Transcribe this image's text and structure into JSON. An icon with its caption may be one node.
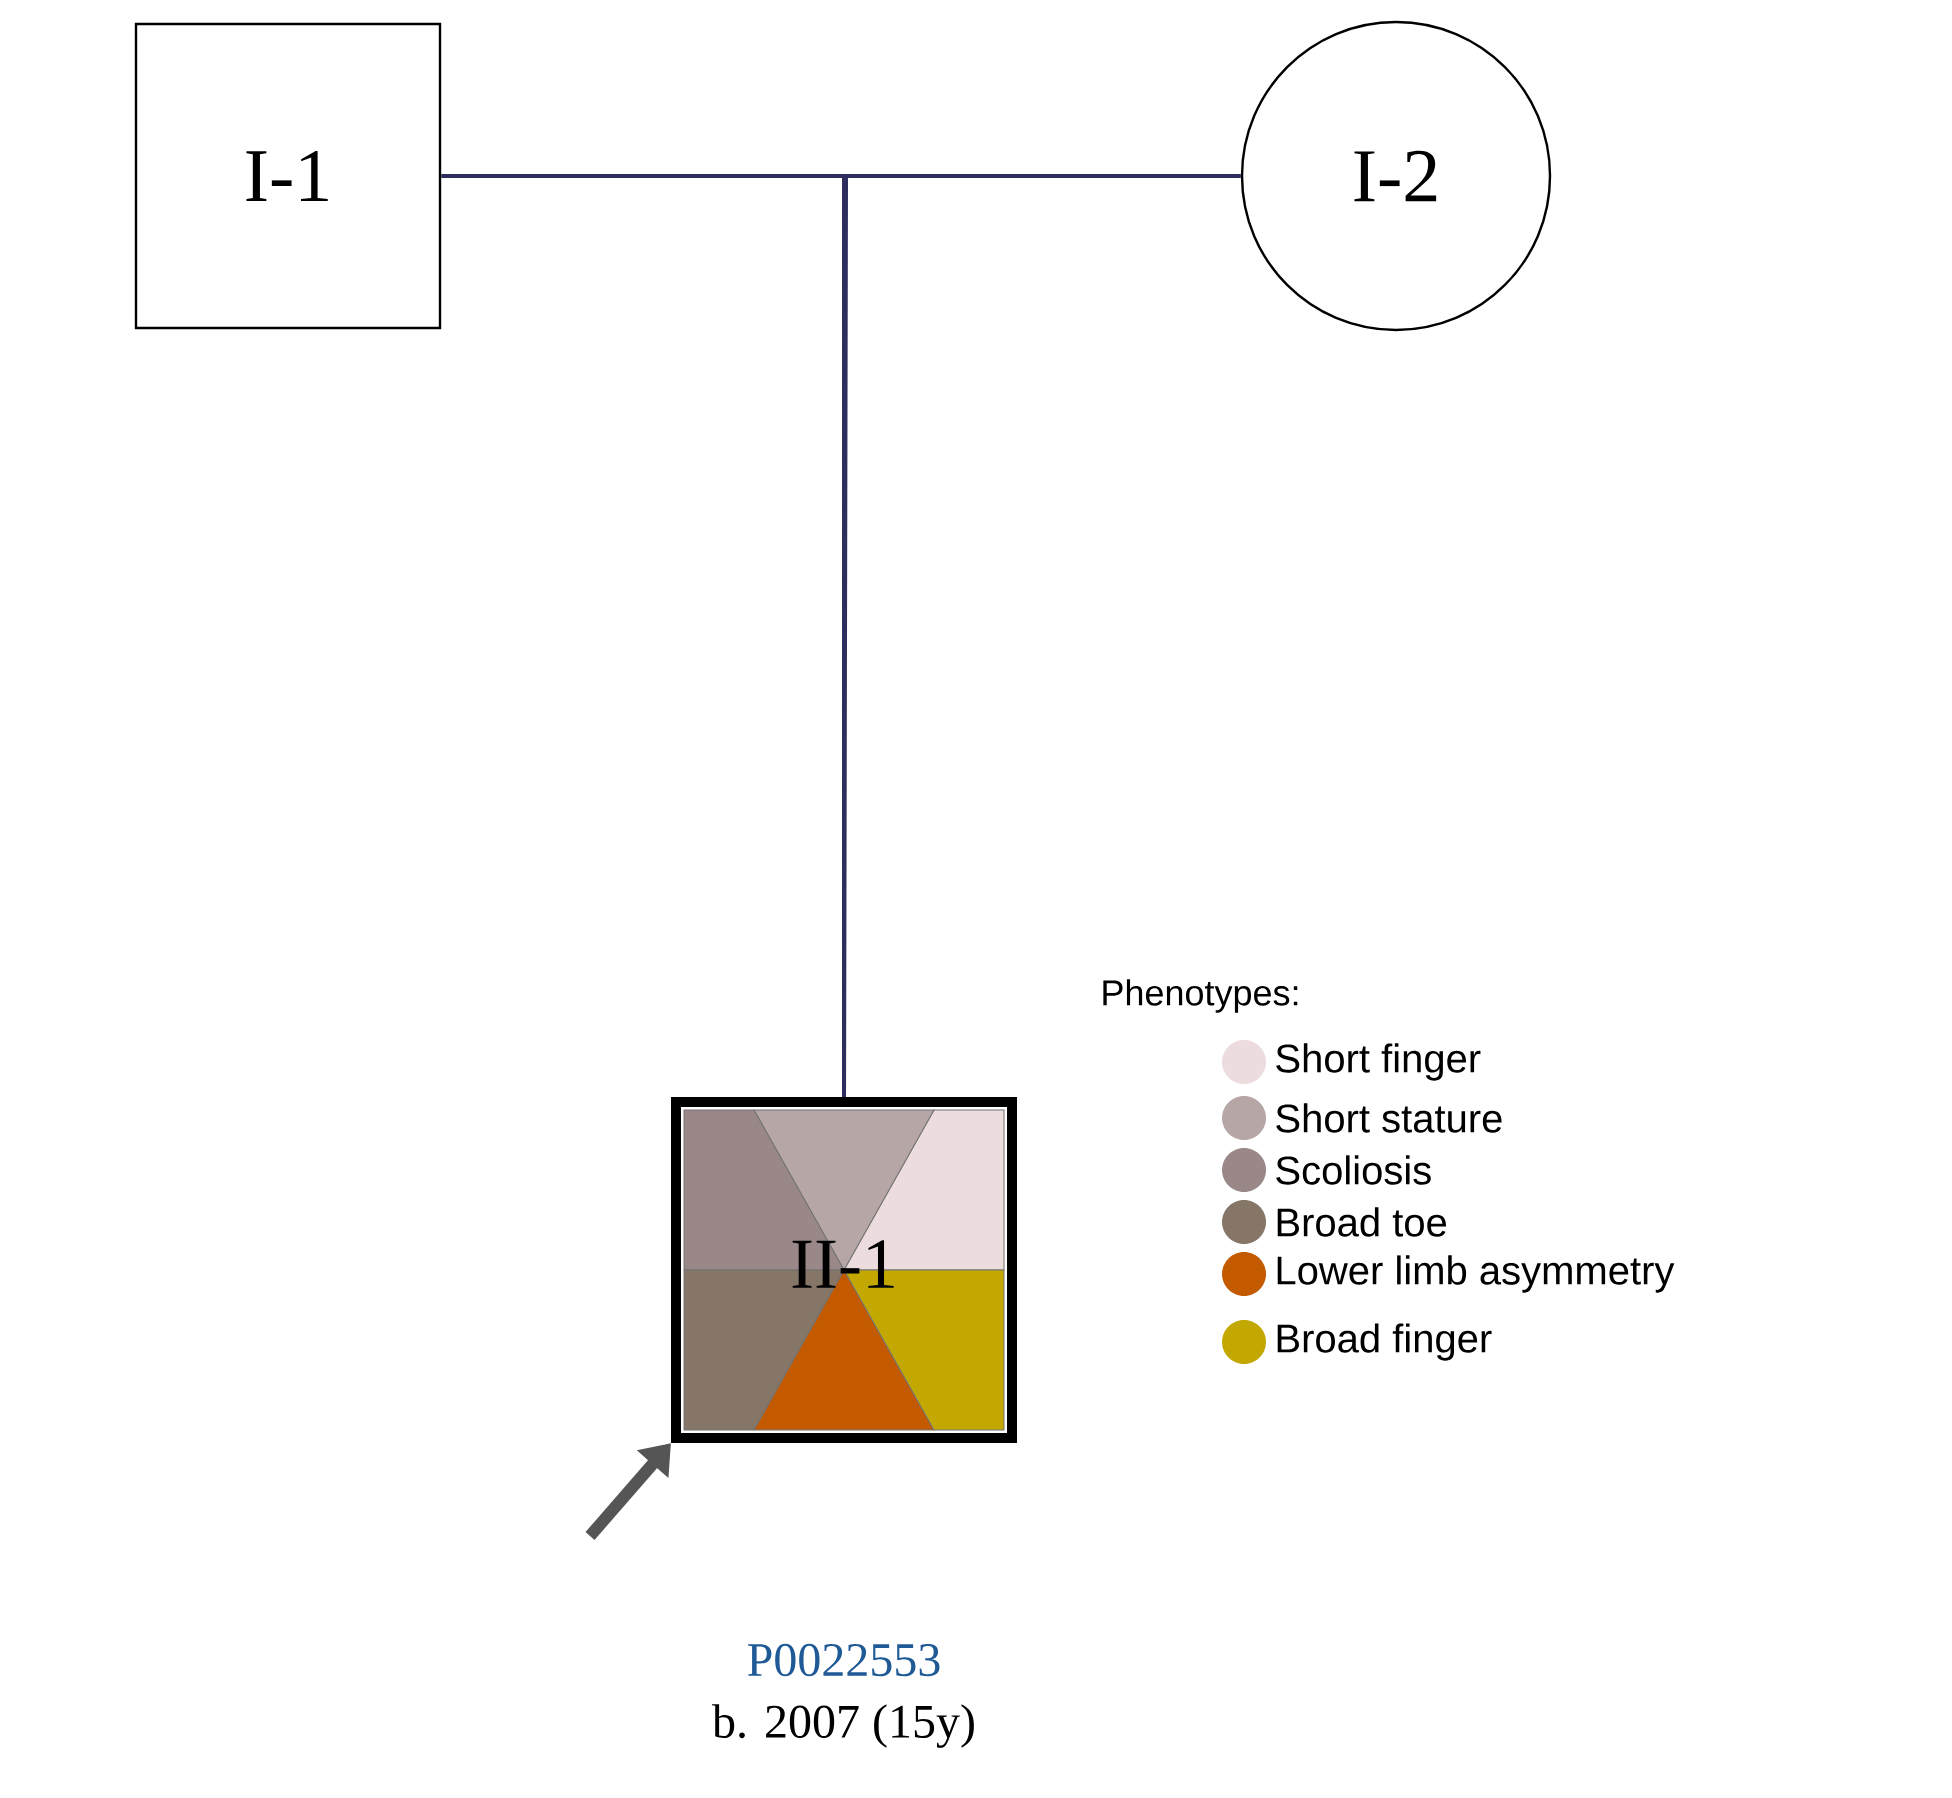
{
  "diagram": {
    "nodes": [
      {
        "text": [
          "I-1"
        ]
      },
      {
        "text": [
          "I-2"
        ]
      },
      {
        "text": [
          "II-1"
        ],
        "beside": [
          "P0022553",
          "b. 2007 (15y)"
        ]
      }
    ],
    "edges": [
      {
        "from": 0,
        "to": 2,
        "arrow": "none"
      },
      {
        "from": 1,
        "to": 2,
        "arrow": "none"
      },
      {
        "from": null,
        "to": 2,
        "arrow": "to",
        "color": "#555555",
        "style": "thick"
      }
    ],
    "labels": [
      "Phenotypes:"
    ],
    "legend": [
      {
        "text": "Short finger",
        "color": "#ecdcdd"
      },
      {
        "text": "Short stature",
        "color": "#b6a6a6"
      },
      {
        "text": "Scoliosis",
        "color": "#9a8788"
      },
      {
        "text": "Broad toe",
        "color": "#857668"
      },
      {
        "text": "Lower limb asymmetry",
        "color": "#c45a00"
      },
      {
        "text": "Broad finger",
        "color": "#c2a800"
      }
    ]
  }
}
